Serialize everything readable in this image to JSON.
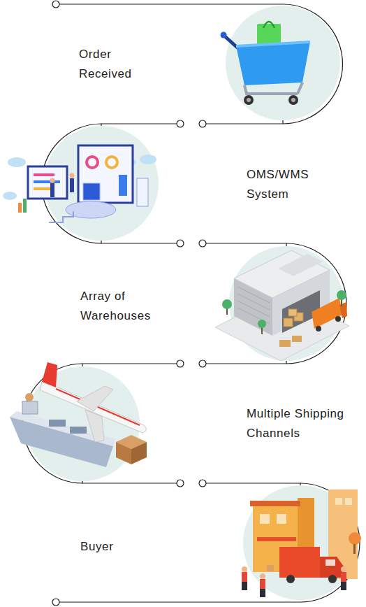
{
  "diagram": {
    "nodes": [
      {
        "text": [
          "Order Received"
        ]
      },
      {
        "text": [
          "OMS/WMS System"
        ]
      },
      {
        "text": [
          "Array of Warehouses"
        ]
      },
      {
        "text": [
          "Multiple Shipping Channels"
        ]
      },
      {
        "text": [
          "Buyer"
        ]
      }
    ],
    "edges": [
      {
        "from": 0,
        "to": 1,
        "arrow": "none"
      },
      {
        "from": 1,
        "to": 2,
        "arrow": "none"
      },
      {
        "from": 2,
        "to": 3,
        "arrow": "none"
      },
      {
        "from": 3,
        "to": 4,
        "arrow": "none"
      }
    ]
  }
}
